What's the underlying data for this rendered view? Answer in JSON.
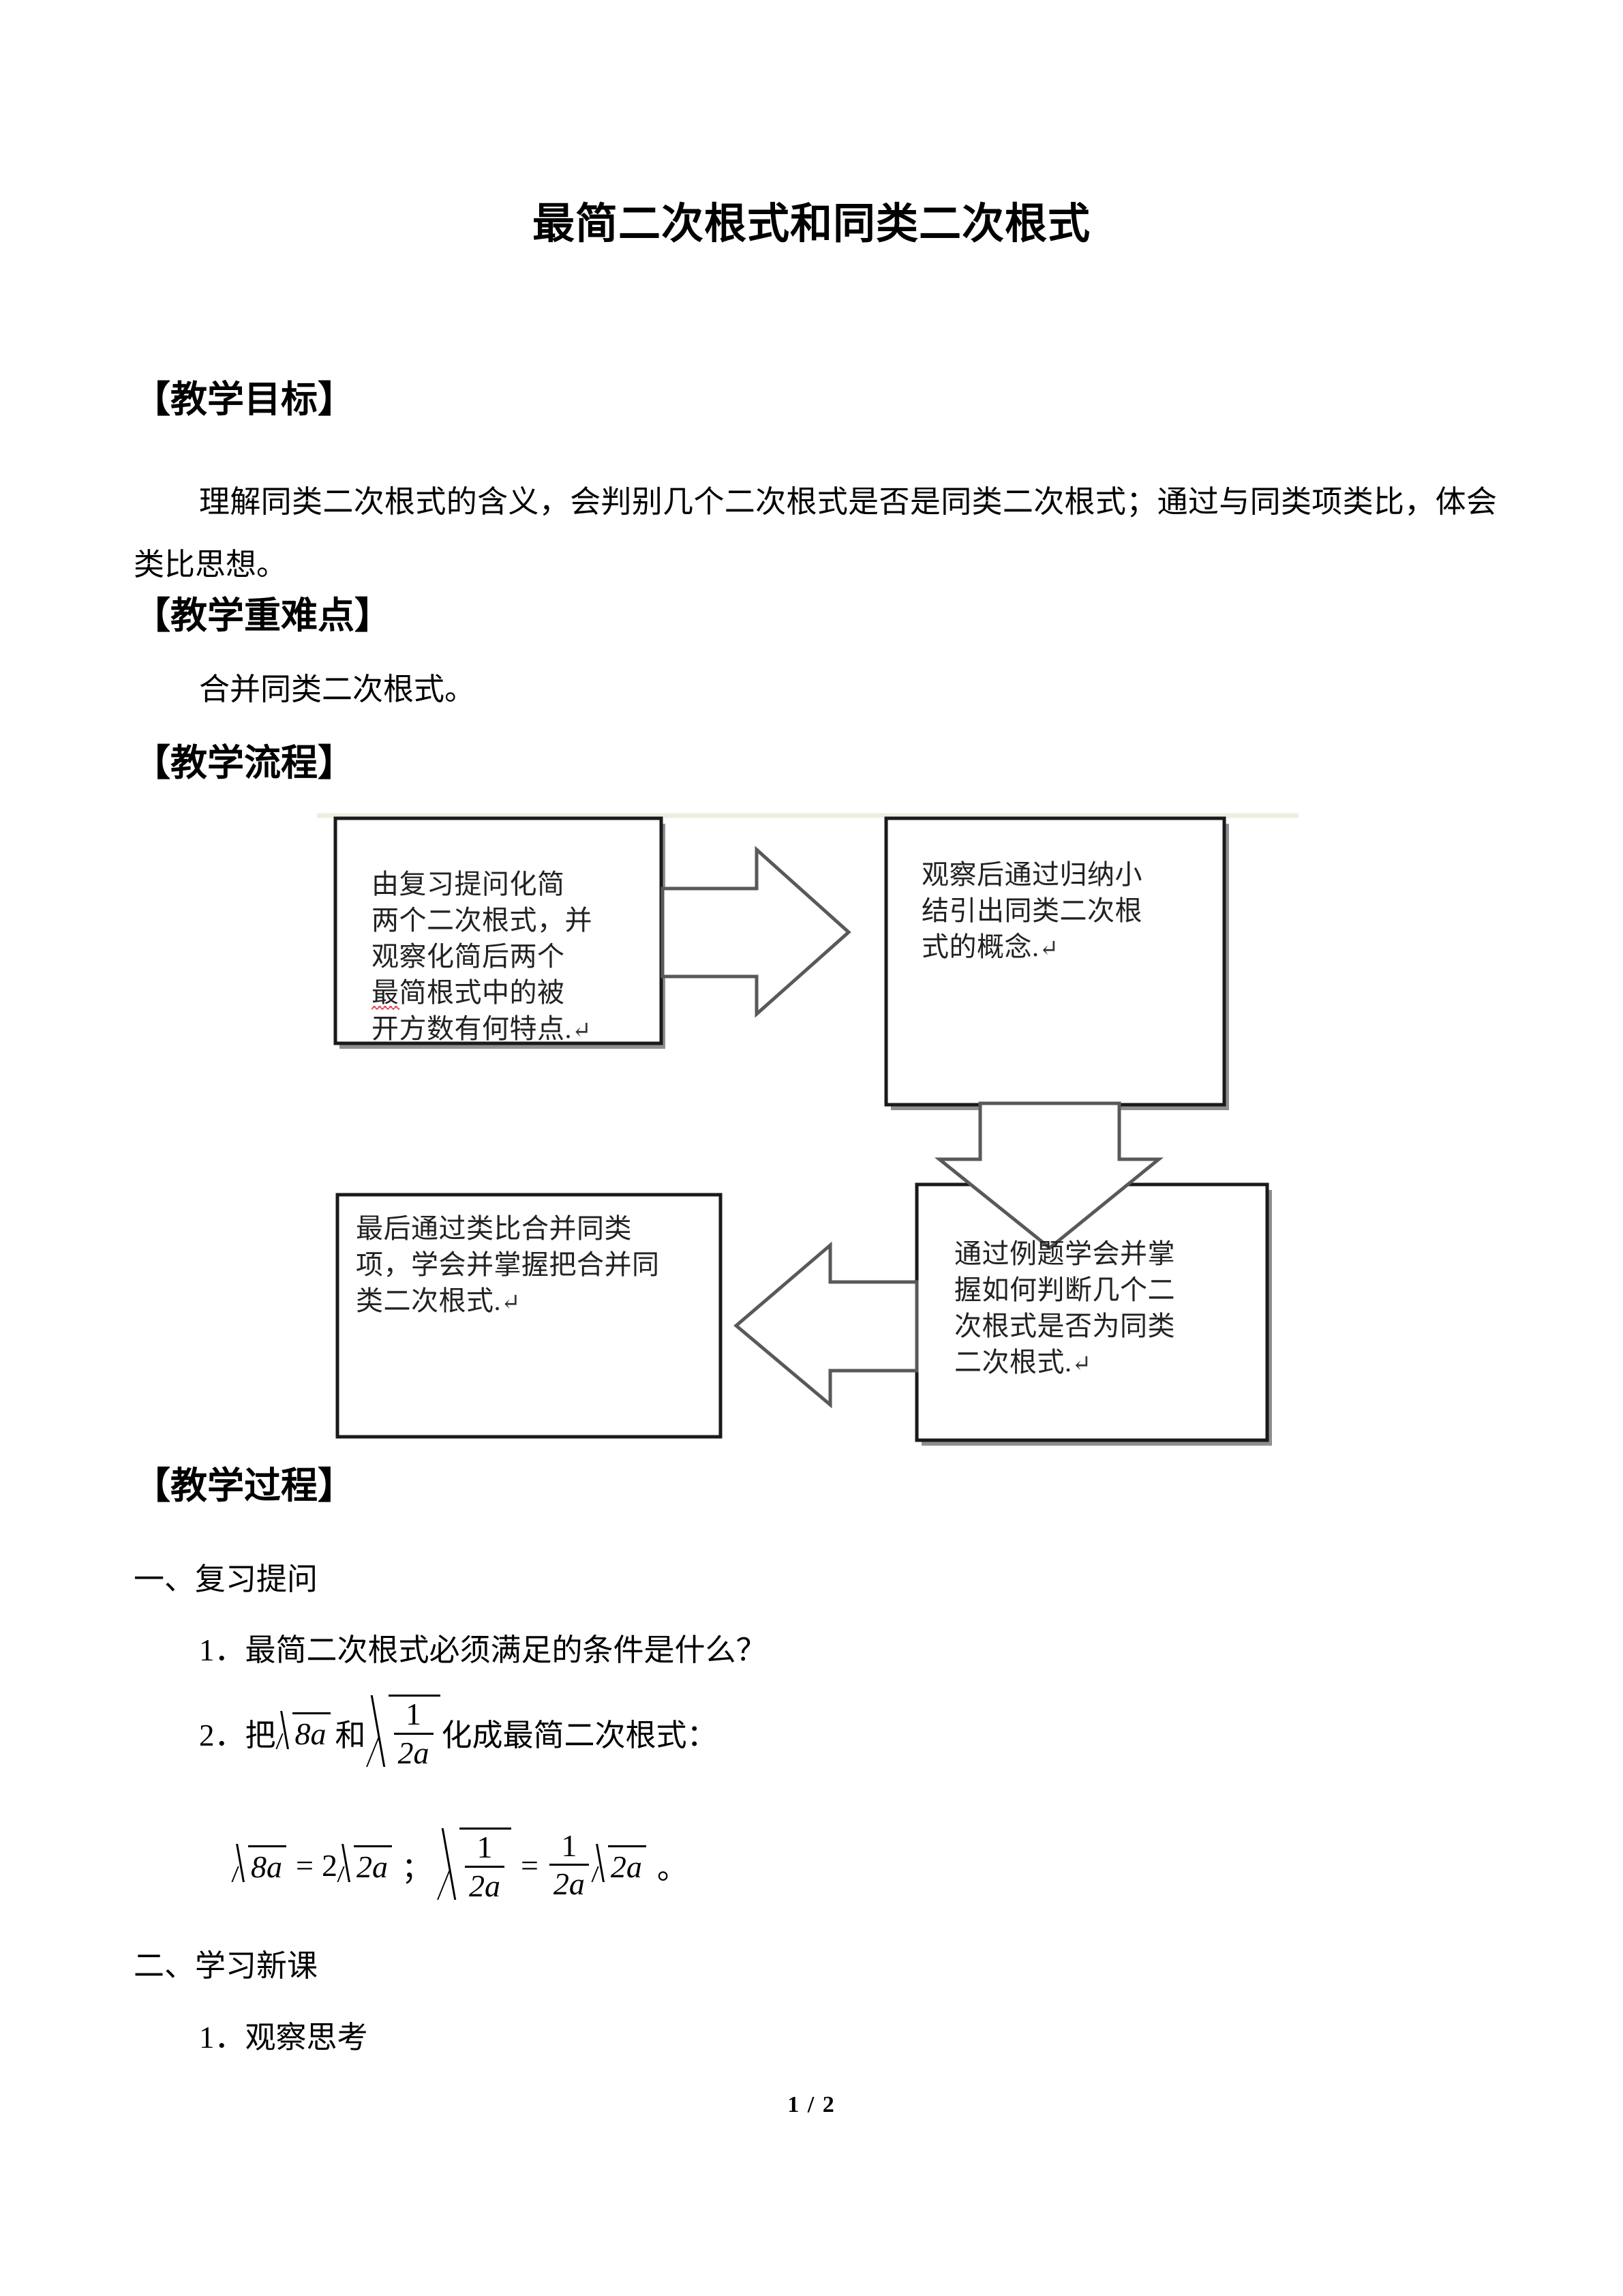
{
  "document": {
    "title": "最简二次根式和同类二次根式",
    "footer": "1 / 2"
  },
  "sections": [
    {
      "heading": "【教学目标】",
      "body": "理解同类二次根式的含义，会判别几个二次根式是否是同类二次根式；通过与同类项类比，体会类比思想。"
    },
    {
      "heading": "【教学重难点】",
      "body": "合并同类二次根式。"
    },
    {
      "heading": "【教学流程】",
      "body": ""
    },
    {
      "heading": "【教学过程】",
      "body": ""
    }
  ],
  "flowchart": {
    "boxes": [
      {
        "id": "box-review-question",
        "lines": [
          "由复习提问化简",
          "两个二次根式，并",
          "观察化简后两个",
          "最简根式中的被",
          "开方数有何特点."
        ],
        "misspelled_token": "最",
        "pilcrow": "↵"
      },
      {
        "id": "box-observe-conclude",
        "lines": [
          "观察后通过归纳小",
          "结引出同类二次根",
          "式的概念."
        ],
        "pilcrow": "↵"
      },
      {
        "id": "box-example-judge",
        "lines": [
          "通过例题学会并掌",
          "握如何判断几个二",
          "次根式是否为同类",
          "二次根式."
        ],
        "pilcrow": "↵"
      },
      {
        "id": "box-analogy-combine",
        "lines": [
          "最后通过类比合并同类",
          "项，学会并掌握把合并同",
          "类二次根式."
        ],
        "pilcrow": "↵"
      }
    ],
    "arrows": [
      {
        "id": "arrow-right-top",
        "direction": "right"
      },
      {
        "id": "arrow-down-right",
        "direction": "down"
      },
      {
        "id": "arrow-left-bottom",
        "direction": "left"
      }
    ],
    "colors": {
      "box_stroke": "#1a1a1a",
      "box_shadow": "#8a8a8a",
      "arrow_stroke": "#595959",
      "rule": "#eef2e6"
    }
  },
  "process": {
    "part_one_label": "一、复习提问",
    "item_1": "1．最简二次根式必须满足的条件是什么？",
    "item_2_prefix": "2．把",
    "item_2_mid": "和",
    "item_2_suffix": "化成最简二次根式：",
    "equation_sep": "；",
    "equation_end": "。",
    "part_two_label": "二、学习新课",
    "part_two_item_1": "1．观察思考"
  },
  "math": {
    "radical_8a": {
      "radicand": "8a"
    },
    "radical_half_over_2a": {
      "numerator": "1",
      "denominator": "2a"
    },
    "eq1_left_radicand": "8a",
    "eq1_coefficient": "2",
    "eq1_right_radicand": "2a",
    "eq2_fraction": {
      "numerator": "1",
      "denominator": "2a"
    },
    "eq2_right_radicand": "2a",
    "equals": "="
  }
}
